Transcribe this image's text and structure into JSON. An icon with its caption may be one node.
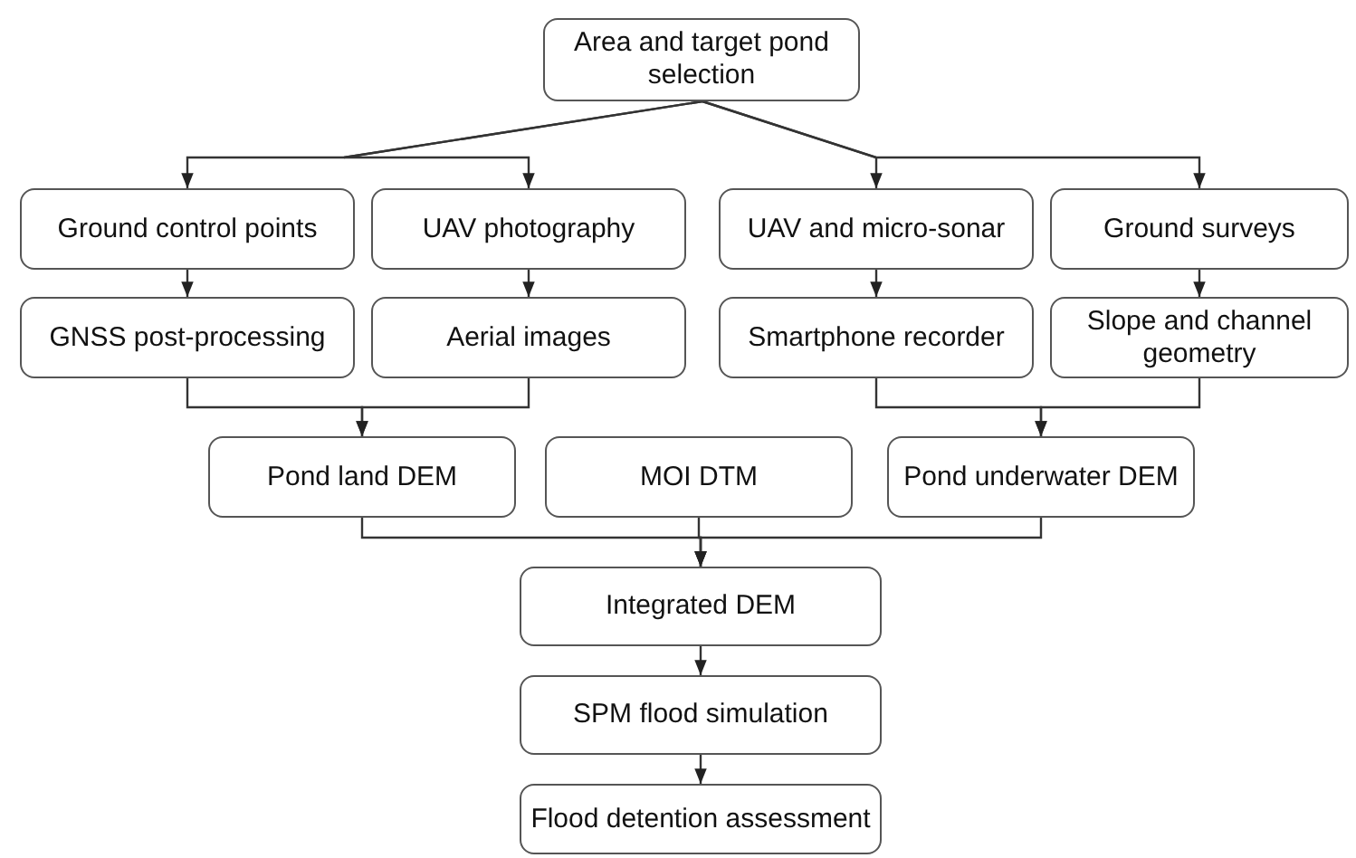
{
  "diagram": {
    "nodes": [
      {
        "text": [
          "Area and target pond selection"
        ]
      },
      {
        "text": [
          "Ground control points"
        ]
      },
      {
        "text": [
          "UAV photography"
        ]
      },
      {
        "text": [
          "UAV and micro-sonar"
        ]
      },
      {
        "text": [
          "Ground surveys"
        ]
      },
      {
        "text": [
          "GNSS post-processing"
        ]
      },
      {
        "text": [
          "Aerial images"
        ]
      },
      {
        "text": [
          "Smartphone recorder"
        ]
      },
      {
        "text": [
          "Slope and channel geometry"
        ]
      },
      {
        "text": [
          "Pond land DEM"
        ]
      },
      {
        "text": [
          "MOI DTM"
        ]
      },
      {
        "text": [
          "Pond underwater DEM"
        ]
      },
      {
        "text": [
          "Integrated DEM"
        ]
      },
      {
        "text": [
          "SPM flood simulation"
        ]
      },
      {
        "text": [
          "Flood detention assessment"
        ]
      }
    ],
    "edges": [
      {
        "from": 0,
        "to": 1,
        "arrow": "to"
      },
      {
        "from": 0,
        "to": 2,
        "arrow": "to"
      },
      {
        "from": 0,
        "to": 3,
        "arrow": "to"
      },
      {
        "from": 0,
        "to": 4,
        "arrow": "to"
      },
      {
        "from": 1,
        "to": 5,
        "arrow": "to"
      },
      {
        "from": 2,
        "to": 6,
        "arrow": "to"
      },
      {
        "from": 3,
        "to": 7,
        "arrow": "to"
      },
      {
        "from": 4,
        "to": 8,
        "arrow": "to"
      },
      {
        "from": 5,
        "to": 9,
        "arrow": "to"
      },
      {
        "from": 6,
        "to": 9,
        "arrow": "to"
      },
      {
        "from": 7,
        "to": 11,
        "arrow": "to"
      },
      {
        "from": 8,
        "to": 11,
        "arrow": "to"
      },
      {
        "from": 9,
        "to": 12,
        "arrow": "to"
      },
      {
        "from": 10,
        "to": 12,
        "arrow": "to"
      },
      {
        "from": 11,
        "to": 12,
        "arrow": "to"
      },
      {
        "from": 12,
        "to": 13,
        "arrow": "to"
      },
      {
        "from": 13,
        "to": 14,
        "arrow": "to"
      }
    ]
  }
}
